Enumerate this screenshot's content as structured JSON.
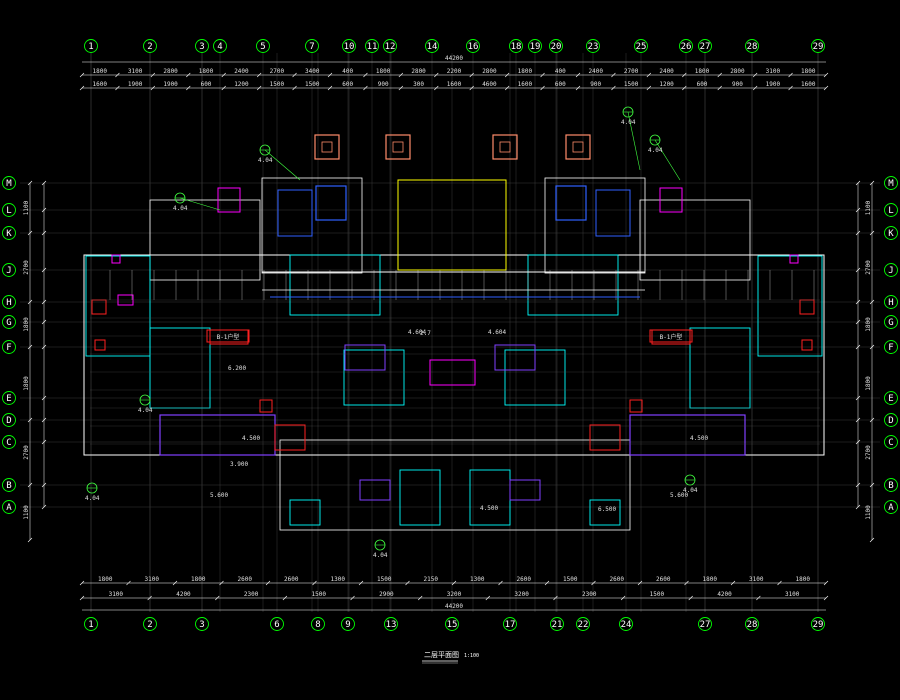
{
  "colors": {
    "background": "#000000",
    "grid_bubble": "#00ff00",
    "dimension": "#ffffff",
    "wall": "#ffffff",
    "cyan": "#00ffff",
    "blue": "#3060ff",
    "magenta": "#ff00ff",
    "red": "#ff2020",
    "yellow": "#ffff00",
    "purple": "#8040ff",
    "orange": "#ff8c6a",
    "green_text": "#40ff40"
  },
  "axes": {
    "top_columns": [
      "1",
      "2",
      "3",
      "4",
      "5",
      "7",
      "10",
      "11",
      "12",
      "14",
      "16",
      "18",
      "19",
      "20",
      "23",
      "25",
      "26",
      "27",
      "28",
      "29"
    ],
    "bottom_columns": [
      "1",
      "2",
      "3",
      "6",
      "8",
      "9",
      "13",
      "15",
      "17",
      "21",
      "22",
      "24",
      "27",
      "28",
      "29"
    ],
    "rows": [
      "M",
      "L",
      "K",
      "J",
      "H",
      "G",
      "F",
      "E",
      "D",
      "C",
      "B",
      "A"
    ]
  },
  "dimensions": {
    "top_overall": "44200",
    "top_row1": [
      "1800",
      "3100",
      "2800",
      "1800",
      "2400",
      "2700",
      "3400",
      "400",
      "1800",
      "2800",
      "2200",
      "2800",
      "1800",
      "400",
      "2400",
      "2700",
      "2400",
      "1800",
      "2800",
      "3100",
      "1800"
    ],
    "top_row2": [
      "1600",
      "1900",
      "1900",
      "600",
      "1200",
      "1500",
      "1500",
      "600",
      "900",
      "300",
      "1600",
      "4600",
      "1600",
      "600",
      "900",
      "1500",
      "1200",
      "600",
      "900",
      "1900",
      "1600"
    ],
    "bottom_overall": "44200",
    "bottom_row1": [
      "1800",
      "3100",
      "1800",
      "2600",
      "2600",
      "1300",
      "1500",
      "2150",
      "1300",
      "2600",
      "1500",
      "2600",
      "2600",
      "1800",
      "3100",
      "1800"
    ],
    "bottom_row2": [
      "3100",
      "4200",
      "2300",
      "1500",
      "2900",
      "3200",
      "3200",
      "2300",
      "1500",
      "4200",
      "3100"
    ],
    "left_side": [
      "1100",
      "2700",
      "1800",
      "1800",
      "2700",
      "1100"
    ],
    "right_side": [
      "1100",
      "2700",
      "1800",
      "1800",
      "2700",
      "1100"
    ],
    "interior": [
      "6.200",
      "5.600",
      "3.900",
      "4.500",
      "2.7",
      "4.500",
      "5.600",
      "6.500",
      "4.500",
      "4.604",
      "4.604"
    ]
  },
  "room_tags": [
    "B-1户型",
    "B-1户型"
  ],
  "callouts": [
    "4.04",
    "4.04",
    "4.04",
    "4.04",
    "4.04",
    "4.04",
    "4.04",
    "4.04"
  ],
  "title": {
    "main": "二层平面图",
    "scale": "1:100"
  }
}
